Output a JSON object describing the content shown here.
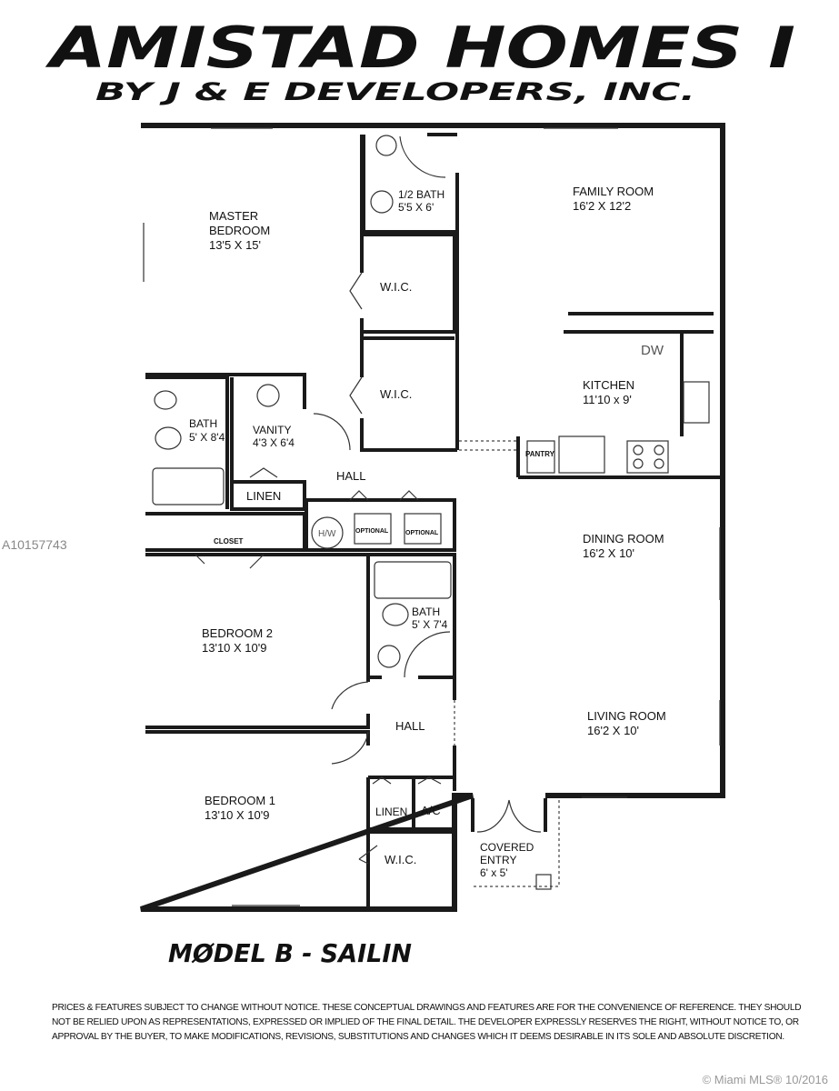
{
  "header": {
    "title": "AMISTAD HOMES I",
    "subtitle": "BY J & E DEVELOPERS, INC."
  },
  "rooms": {
    "master_bedroom": {
      "name_line1": "MASTER",
      "name_line2": "BEDROOM",
      "size": "13'5 X 15'"
    },
    "half_bath": {
      "name": "1/2 BATH",
      "size": "5'5 X 6'"
    },
    "family_room": {
      "name": "FAMILY ROOM",
      "size": "16'2 X 12'2"
    },
    "wic_1": {
      "name": "W.I.C."
    },
    "wic_2": {
      "name": "W.I.C."
    },
    "kitchen": {
      "name": "KITCHEN",
      "size": "11'10 x 9'",
      "dw": "DW",
      "pantry": "PANTRY"
    },
    "master_bath": {
      "name": "BATH",
      "size": "5' X 8'4"
    },
    "vanity": {
      "name": "VANITY",
      "size": "4'3 X 6'4"
    },
    "linen_1": {
      "name": "LINEN"
    },
    "hall_1": {
      "name": "HALL"
    },
    "closet": {
      "name": "CLOSET"
    },
    "laundry": {
      "hw": "H/W",
      "optional_1": "OPTIONAL",
      "optional_2": "OPTIONAL"
    },
    "dining_room": {
      "name": "DINING ROOM",
      "size": "16'2 X 10'"
    },
    "bedroom_2": {
      "name": "BEDROOM 2",
      "size": "13'10 X 10'9"
    },
    "bath_2": {
      "name": "BATH",
      "size": "5' X 7'4"
    },
    "hall_2": {
      "name": "HALL"
    },
    "living_room": {
      "name": "LIVING ROOM",
      "size": "16'2 X 10'"
    },
    "bedroom_1": {
      "name": "BEDROOM 1",
      "size": "13'10 X 10'9"
    },
    "linen_2": {
      "name": "LINEN"
    },
    "ac": {
      "name": "A/C"
    },
    "wic_3": {
      "name": "W.I.C."
    },
    "covered_entry": {
      "name_line1": "COVERED",
      "name_line2": "ENTRY",
      "size": "6' x 5'"
    }
  },
  "model": "MØDEL B - SAILIN",
  "disclaimer": "PRICES & FEATURES SUBJECT TO CHANGE WITHOUT NOTICE.  THESE CONCEPTUAL DRAWINGS AND FEATURES ARE FOR THE CONVENIENCE OF REFERENCE.  THEY SHOULD NOT BE RELIED UPON AS REPRESENTATIONS, EXPRESSED OR IMPLIED OF THE FINAL DETAIL.  THE DEVELOPER EXPRESSLY RESERVES THE RIGHT, WITHOUT NOTICE TO, OR APPROVAL BY THE BUYER, TO MAKE MODIFICATIONS, REVISIONS, SUBSTITUTIONS AND CHANGES WHICH IT DEEMS DESIRABLE IN ITS SOLE AND ABSOLUTE DISCRETION.",
  "listing_id": "A10157743",
  "copyright": "© Miami MLS® 10/2016"
}
